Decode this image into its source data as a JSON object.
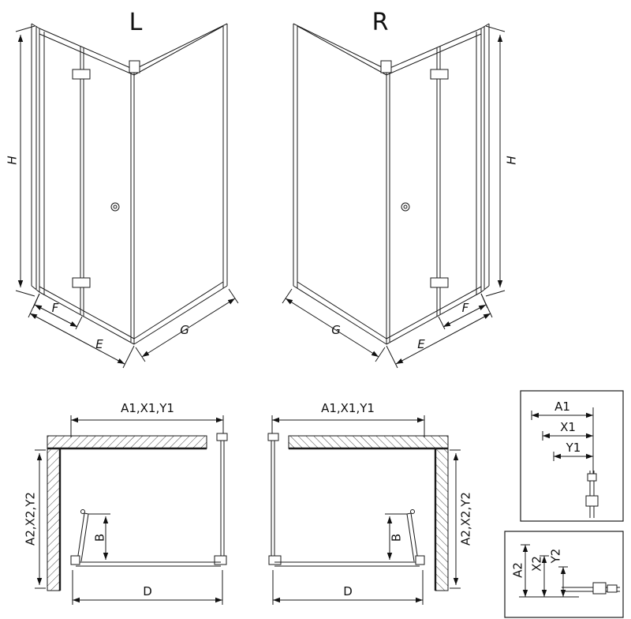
{
  "views": {
    "iso_left": {
      "label": "L",
      "dim_h": "H",
      "dim_f": "F",
      "dim_e": "E",
      "dim_g": "G"
    },
    "iso_right": {
      "label": "R",
      "dim_h": "H",
      "dim_f": "F",
      "dim_e": "E",
      "dim_g": "G"
    },
    "plan_left": {
      "dim_top": "A1,X1,Y1",
      "dim_side": "A2,X2,Y2",
      "dim_b": "B",
      "dim_d": "D"
    },
    "plan_right": {
      "dim_top": "A1,X1,Y1",
      "dim_side": "A2,X2,Y2",
      "dim_b": "B",
      "dim_d": "D"
    },
    "detail_horizontal": {
      "dim_a1": "A1",
      "dim_x1": "X1",
      "dim_y1": "Y1"
    },
    "detail_vertical": {
      "dim_a2": "A2",
      "dim_x2": "X2",
      "dim_y2": "Y2"
    }
  },
  "colors": {
    "line": "#1a1a1a",
    "background": "#ffffff"
  }
}
